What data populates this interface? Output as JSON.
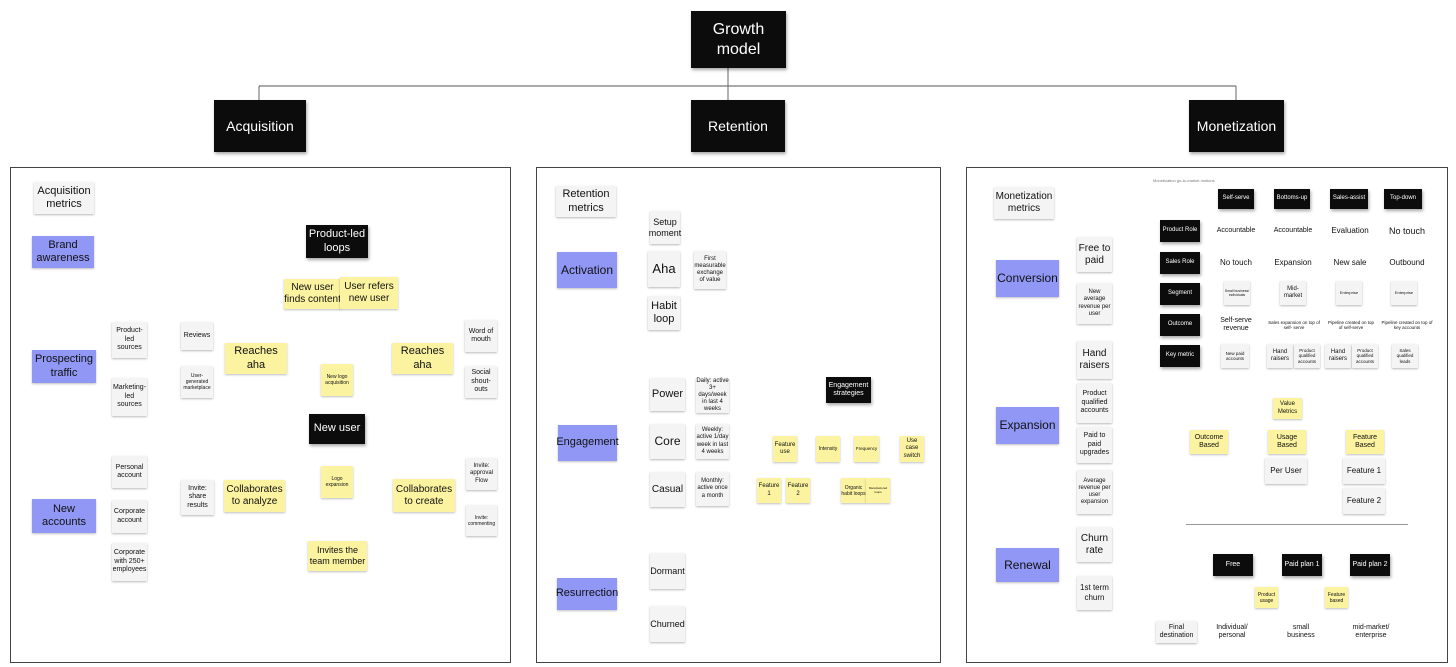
{
  "top": {
    "title": "Growth model",
    "acquisition": "Acquisition",
    "retention": "Retention",
    "monetization": "Monetization"
  },
  "acq": {
    "metrics": "Acquisition metrics",
    "brand": "Brand awareness",
    "prospecting": "Prospecting traffic",
    "product_led_sources": "Product-led sources",
    "marketing_led_sources": "Marketing-led sources",
    "new_accounts": "New accounts",
    "personal": "Personal account",
    "corporate": "Corporate account",
    "corporate250": "Corporate with 250+ employees",
    "loops_title": "Product-led loops",
    "finds_content": "New user finds content",
    "refers": "User refers new user",
    "reaches_aha": "Reaches aha",
    "reviews": "Reviews",
    "ugm": "User-generated marketplace",
    "word_of_mouth": "Word of mouth",
    "social": "Social shout-outs",
    "new_logo": "New logo acquisition",
    "new_user": "New user",
    "logo_expansion": "Logo expansion",
    "collab_analyze": "Collaborates to analyze",
    "collab_create": "Collaborates to create",
    "invite_share": "Invite: share results",
    "invite_approval": "Invite: approval Flow",
    "invite_commenting": "Invite: commenting",
    "invites_team": "Invites the team member"
  },
  "ret": {
    "metrics": "Retention metrics",
    "activation": "Activation",
    "setup": "Setup moment",
    "aha": "Aha",
    "first_exchange": "First measurable exchange of value",
    "habit": "Habit loop",
    "engagement": "Engagement",
    "power": "Power",
    "core": "Core",
    "casual": "Casual",
    "daily": "Daily: active 3+ days/week in last 4 weeks",
    "weekly": "Weekly: active 1/day week in last 4 weeks",
    "monthly": "Monthly: active once a month",
    "strategies": "Engagement strategies",
    "feature_use": "Feature use",
    "intensity": "Intensity",
    "frequency": "Frequency",
    "use_case_switch": "Use case switch",
    "feature1": "Feature 1",
    "feature2": "Feature 2",
    "organic_habit": "Organic habit loops",
    "manufactured": "Manufactured loops",
    "resurrection": "Resurrection",
    "dormant": "Dormant",
    "churned": "Churned"
  },
  "mon": {
    "metrics": "Monetization metrics",
    "conversion": "Conversion",
    "free_to_paid": "Free to paid",
    "new_arpu": "New average revenue per user",
    "expansion": "Expansion",
    "hand_raisers": "Hand raisers",
    "pqa": "Product qualified accounts",
    "paid_to_paid": "Paid to paid upgrades",
    "arpu_expansion": "Average revenue per user expansion",
    "renewal": "Renewal",
    "churn_rate": "Churn rate",
    "first_term": "1st term churn",
    "table": {
      "caption": "Monetization go-to-market motions",
      "columns": [
        "Self-serve",
        "Bottoms-up",
        "Sales-assist",
        "Top-down"
      ],
      "rows": [
        {
          "label": "Product Role",
          "cells": [
            "Accountable",
            "Accountable",
            "Evaluation",
            "No touch"
          ]
        },
        {
          "label": "Sales Role",
          "cells": [
            "No touch",
            "Expansion",
            "New sale",
            "Outbound"
          ]
        },
        {
          "label": "Segment",
          "cells": [
            "Small business/ individuals",
            "Mid-market",
            "Enterprise",
            "Enterprise"
          ]
        },
        {
          "label": "Outcome",
          "cells": [
            "Self-serve revenue",
            "Sales expansion on top of self- serve",
            "Pipeline created on top of self-serve",
            "Pipeline created on top of key accounts"
          ]
        }
      ],
      "key_metric": {
        "label": "Key metric",
        "c1": "New paid accounts",
        "c2a": "Hand raisers",
        "c2b": "Product qualified accounts",
        "c3a": "Hand raisers",
        "c3b": "Product qualified accounts",
        "c4": "Sales qualified leads"
      }
    },
    "value_metrics": "Value Metrics",
    "outcome_based": "Outcome Based",
    "usage_based": "Usage Based",
    "feature_based": "Feature Based",
    "per_user": "Per User",
    "vm_feature1": "Feature 1",
    "vm_feature2": "Feature 2",
    "free": "Free",
    "paid1": "Paid plan 1",
    "paid2": "Paid plan 2",
    "product_usage": "Product usage",
    "feature_based_sm": "Feature based",
    "final_destination": "Final destination",
    "individual": "Individual/ personal",
    "small_business": "small business",
    "mid_market": "mid-market/ enterprise"
  }
}
